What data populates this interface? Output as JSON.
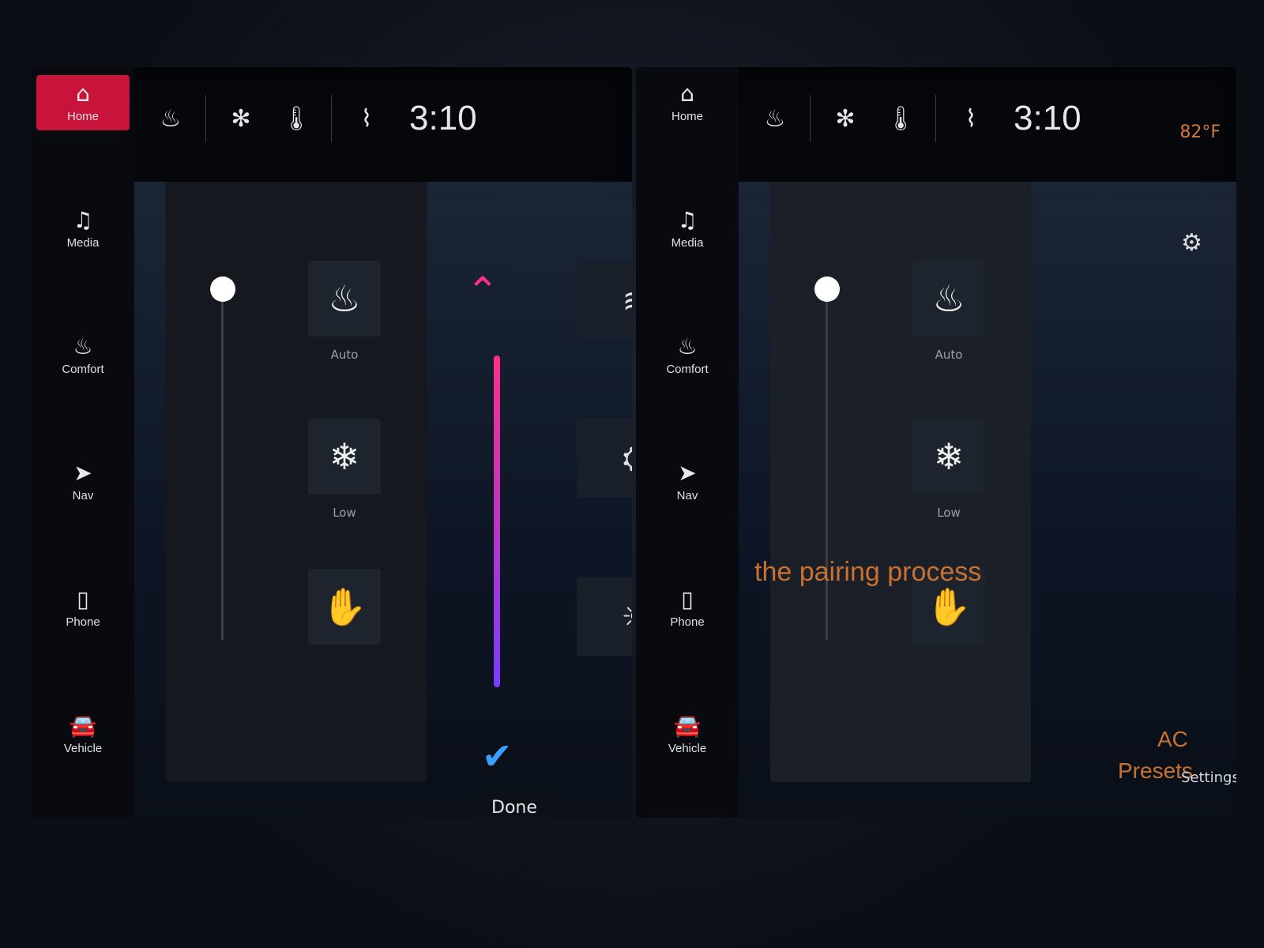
{
  "app": {
    "title": "Vehicle infotainment"
  },
  "sidebar": {
    "items": [
      {
        "label": "Home",
        "icon": "⌂"
      },
      {
        "label": "Media",
        "icon": "♫"
      },
      {
        "label": "Comfort",
        "icon": "♨"
      },
      {
        "label": "Nav",
        "icon": "➤"
      },
      {
        "label": "Phone",
        "icon": "▯"
      },
      {
        "label": "Vehicle",
        "icon": "🚘"
      }
    ],
    "active": "Home"
  },
  "status": {
    "clock": "3:10",
    "temp": "82°F",
    "icons": [
      "seat-heat",
      "steering-heat",
      "fan",
      "temp-driver",
      "defrost",
      "air-recirc"
    ]
  },
  "climate": {
    "seat_labels": [
      "Auto",
      "Low"
    ],
    "done_label": "Done"
  },
  "pairing": {
    "message": "the pairing process"
  },
  "right_panel": {
    "labels": [
      "AC",
      "Presets"
    ],
    "bottom": "Settings"
  },
  "colors": {
    "accent": "#c8133a",
    "magenta": "#ff2e8a",
    "blue": "#3aa0ff",
    "orange": "#c9712f"
  }
}
